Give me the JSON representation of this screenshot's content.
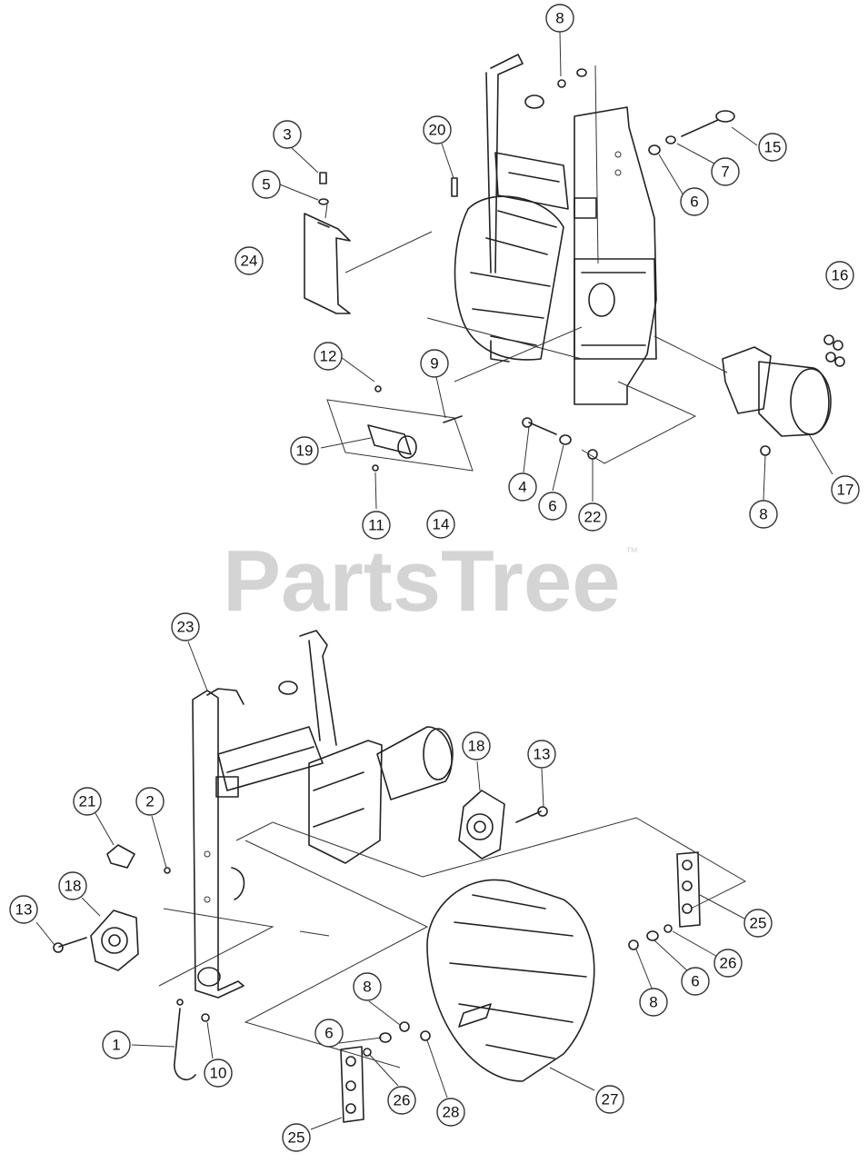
{
  "watermark": {
    "brand": "PartsTree",
    "tm": "™"
  },
  "callouts": [
    {
      "id": "c-8a",
      "label": "8"
    },
    {
      "id": "c-20",
      "label": "20"
    },
    {
      "id": "c-3",
      "label": "3"
    },
    {
      "id": "c-5",
      "label": "5"
    },
    {
      "id": "c-24",
      "label": "24"
    },
    {
      "id": "c-15",
      "label": "15"
    },
    {
      "id": "c-7",
      "label": "7"
    },
    {
      "id": "c-6a",
      "label": "6"
    },
    {
      "id": "c-16",
      "label": "16"
    },
    {
      "id": "c-12",
      "label": "12"
    },
    {
      "id": "c-9",
      "label": "9"
    },
    {
      "id": "c-19",
      "label": "19"
    },
    {
      "id": "c-11",
      "label": "11"
    },
    {
      "id": "c-14",
      "label": "14"
    },
    {
      "id": "c-4",
      "label": "4"
    },
    {
      "id": "c-6b",
      "label": "6"
    },
    {
      "id": "c-22",
      "label": "22"
    },
    {
      "id": "c-17",
      "label": "17"
    },
    {
      "id": "c-8b",
      "label": "8"
    },
    {
      "id": "c-23",
      "label": "23"
    },
    {
      "id": "c-18a",
      "label": "18"
    },
    {
      "id": "c-13a",
      "label": "13"
    },
    {
      "id": "c-21",
      "label": "21"
    },
    {
      "id": "c-2",
      "label": "2"
    },
    {
      "id": "c-18b",
      "label": "18"
    },
    {
      "id": "c-13b",
      "label": "13"
    },
    {
      "id": "c-25a",
      "label": "25"
    },
    {
      "id": "c-26a",
      "label": "26"
    },
    {
      "id": "c-6c",
      "label": "6"
    },
    {
      "id": "c-8c",
      "label": "8"
    },
    {
      "id": "c-1",
      "label": "1"
    },
    {
      "id": "c-10",
      "label": "10"
    },
    {
      "id": "c-8d",
      "label": "8"
    },
    {
      "id": "c-6d",
      "label": "6"
    },
    {
      "id": "c-26b",
      "label": "26"
    },
    {
      "id": "c-28",
      "label": "28"
    },
    {
      "id": "c-27",
      "label": "27"
    },
    {
      "id": "c-25b",
      "label": "25"
    }
  ]
}
